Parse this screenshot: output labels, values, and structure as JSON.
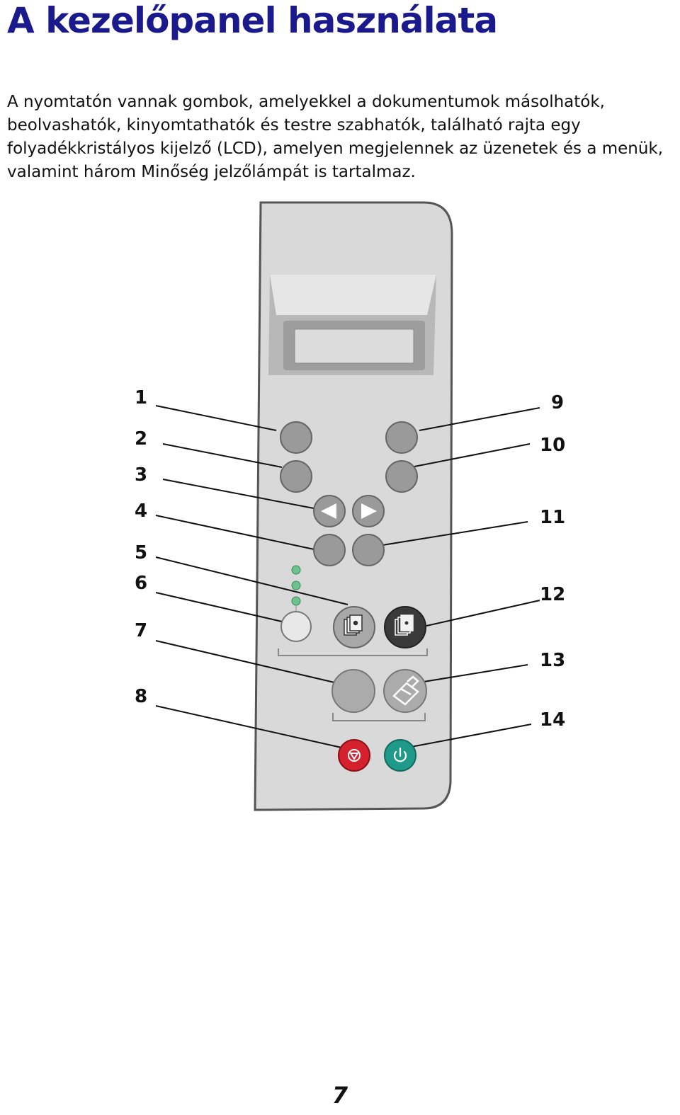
{
  "page": {
    "title": "A kezelőpanel használata",
    "intro_lines": [
      "A nyomtatón vannak gombok, amelyekkel a dokumentumok másolhatók,",
      "beolvashatók, kinyomtathatók és testre szabhatók, található rajta egy",
      "folyadékkristályos kijelző (LCD), amelyen megjelennek az üzenetek és a menük,",
      "valamint három Minőség jelzőlámpát is tartalmaz."
    ],
    "page_number": "7"
  },
  "diagram": {
    "callouts_left": [
      "1",
      "2",
      "3",
      "4",
      "5",
      "6",
      "7",
      "8"
    ],
    "callouts_right": [
      "9",
      "10",
      "11",
      "12",
      "13",
      "14"
    ],
    "colors": {
      "panel": "#d9d9d9",
      "button_gray": "#9a9a9a",
      "button_dark": "#3a3a3a",
      "stop_button": "#d5202e",
      "power_button": "#1f9a8a",
      "quality_led": "#6cc28a",
      "title_blue": "#1a1a8c"
    },
    "icons": {
      "left_arrow": "left-arrow-icon",
      "right_arrow": "right-arrow-icon",
      "copy_bw": "copy-document-icon",
      "copy_color": "copy-document-icon",
      "scan": "scan-icon",
      "stop": "stop-icon",
      "power": "power-icon"
    }
  }
}
